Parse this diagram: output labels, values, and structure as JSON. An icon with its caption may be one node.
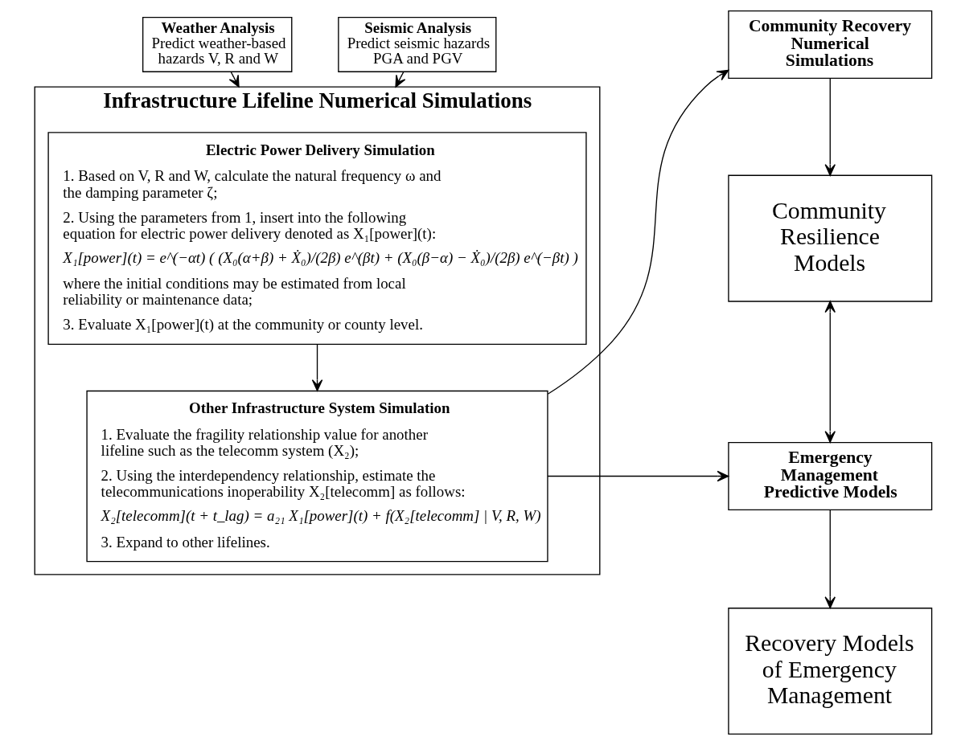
{
  "diagram": {
    "nodes": [
      {
        "text": [
          "Weather Analysis",
          "Predict weather-based hazards V, R and W"
        ]
      },
      {
        "text": [
          "Seismic Analysis",
          "Predict seismic hazards PGA and PGV"
        ]
      },
      {
        "text": [
          "Infrastructure Lifeline Numerical Simulations"
        ]
      },
      {
        "text": [
          "Electric Power Delivery Simulation",
          "1. Based on V, R and W, calculate the natural frequency ω and the damping parameter ζ;",
          "2. Using the parameters from 1, insert into the following equation for electric power delivery denoted as X₁[power](t):",
          "X₁[power](t) = e^(−αt) ( (X₀(α+β) + Ẋ₀)/(2β) e^(βt) + (X₀(β−α) − Ẋ₀)/(2β) e^(−βt) )",
          "where the initial conditions may be estimated from local reliability or maintenance data;",
          "3. Evaluate X₁[power](t) at the community or county level."
        ],
        "in": 2
      },
      {
        "text": [
          "Other Infrastructure System Simulation",
          "1. Evaluate the fragility relationship value for another lifeline such as the telecomm system (X₂);",
          "2. Using the interdependency relationship, estimate the telecommunications inoperability X₂[telecomm] as follows:",
          "X₂[telecomm](t + t_lag) = a₂₁ X₁[power](t) + f(X₂[telecomm] | V, R, W)",
          "3. Expand to other lifelines."
        ],
        "in": 2
      },
      {
        "text": [
          "Community Recovery Numerical Simulations"
        ]
      },
      {
        "text": [
          "Community Resilience Models"
        ]
      },
      {
        "text": [
          "Emergency Management Predictive Models"
        ]
      },
      {
        "text": [
          "Recovery Models of Emergency Management"
        ]
      }
    ],
    "edges": [
      {
        "from": 0,
        "to": 2,
        "arrow": "to"
      },
      {
        "from": 1,
        "to": 2,
        "arrow": "to"
      },
      {
        "from": 3,
        "to": 4,
        "arrow": "to"
      },
      {
        "from": 4,
        "to": 5,
        "arrow": "to"
      },
      {
        "from": 4,
        "to": 7,
        "arrow": "to"
      },
      {
        "from": 5,
        "to": 6,
        "arrow": "to"
      },
      {
        "from": 6,
        "to": 7,
        "arrow": "both"
      },
      {
        "from": 7,
        "to": 8,
        "arrow": "to"
      }
    ]
  }
}
